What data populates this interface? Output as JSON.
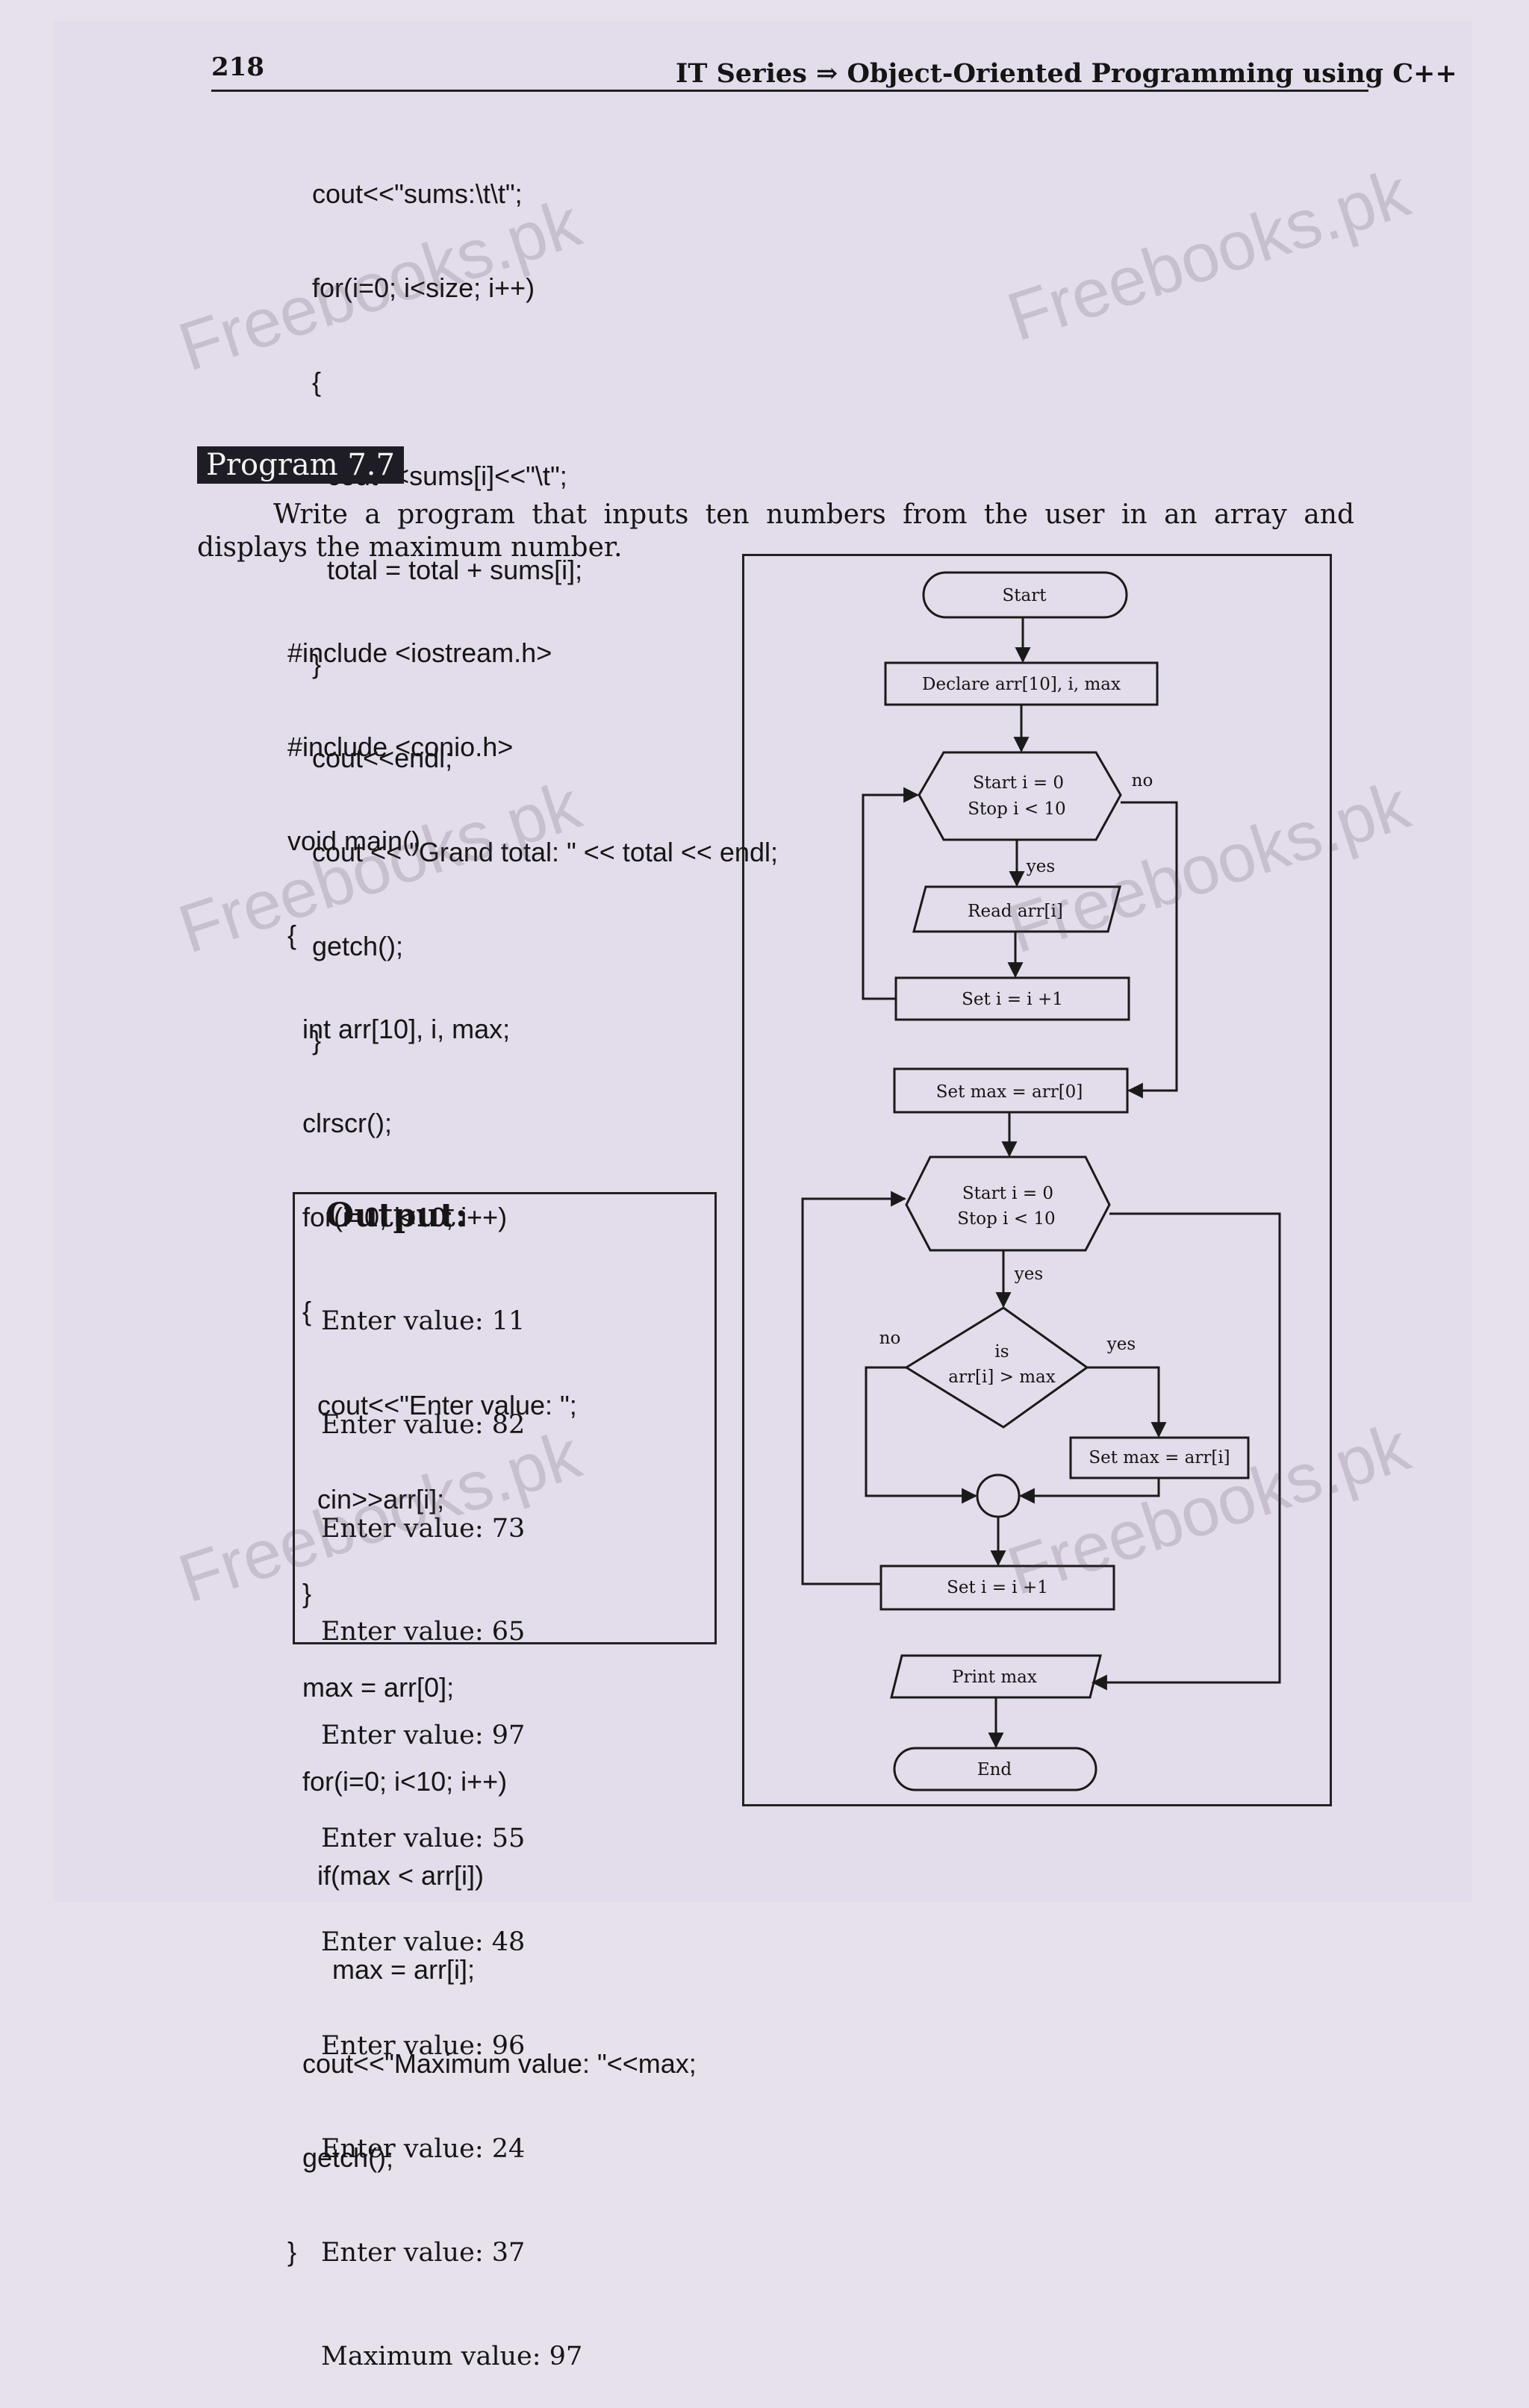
{
  "header": {
    "page_number": "218",
    "running_head": "IT Series ⇒ Object-Oriented Programming using C++"
  },
  "code_top": [
    "cout<<\"sums:\\t\\t\";",
    "for(i=0; i<size; i++)",
    "{",
    "  cout<<sums[i]<<\"\\t\";",
    "  total = total + sums[i];",
    "}",
    "cout<<endl;",
    "cout << \"Grand total: \" << total << endl;",
    "getch();",
    "}"
  ],
  "program_label": "Program 7.7",
  "intro": "Write a program that inputs ten numbers from the user in an array and displays the maximum number.",
  "code_main": [
    "#include <iostream.h>",
    "#include <conio.h>",
    "void main()",
    "{",
    "  int arr[10], i, max;",
    "  clrscr();",
    "  for(i=0; i<10; i++)",
    "  {",
    "    cout<<\"Enter value: \";",
    "    cin>>arr[i];",
    "  }",
    "  max = arr[0];",
    "  for(i=0; i<10; i++)",
    "    if(max < arr[i])",
    "      max = arr[i];",
    "  cout<<\"Maximum value: \"<<max;",
    "  getch();",
    "}"
  ],
  "output": {
    "title": "Output:",
    "lines": [
      "Enter value: 11",
      "Enter value: 82",
      "Enter value: 73",
      "Enter value: 65",
      "Enter value: 97",
      "Enter value: 55",
      "Enter value: 48",
      "Enter value: 96",
      "Enter value: 24",
      "Enter value: 37",
      "Maximum value: 97"
    ]
  },
  "flowchart": {
    "start": "Start",
    "declare": "Declare arr[10], i, max",
    "loop1_start": "Start i = 0",
    "loop1_stop": "Stop i < 10",
    "loop1_no": "no",
    "loop1_yes": "yes",
    "read": "Read arr[i]",
    "inc1": "Set i = i +1",
    "set_max": "Set max = arr[0]",
    "loop2_start": "Start i = 0",
    "loop2_stop": "Stop i < 10",
    "loop2_yes": "yes",
    "decision_line1": "is",
    "decision_line2": "arr[i] > max",
    "decision_no": "no",
    "decision_yes": "yes",
    "set_max2": "Set max = arr[i]",
    "inc2": "Set i = i +1",
    "print": "Print max",
    "end": "End"
  },
  "watermark": "Freebooks.pk"
}
